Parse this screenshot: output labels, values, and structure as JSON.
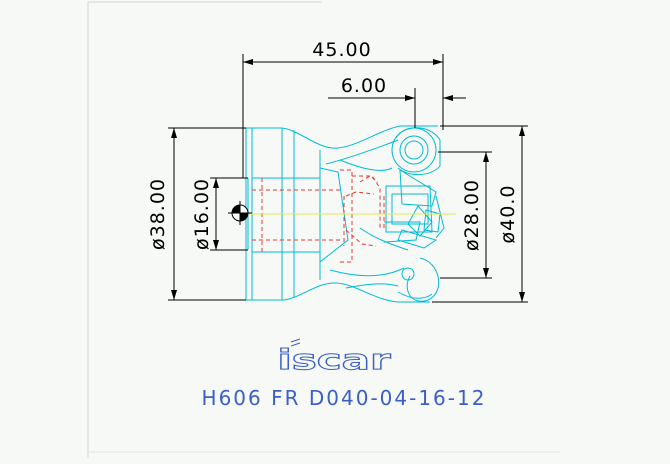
{
  "drawing": {
    "dimensions": {
      "overall_length": "45.00",
      "insert_offset": "6.00",
      "shank_diameter": "ø38.00",
      "bore_diameter": "ø16.00",
      "inner_cut_diameter": "ø28.00",
      "cutting_diameter": "ø40.0"
    },
    "logo_text": "iscar",
    "part_number": "H606 FR D040-04-16-12"
  },
  "colors": {
    "background": "#f7f9f6",
    "dimension_lines": "#000000",
    "tool_outline": "#00bcd4",
    "hidden_lines": "#e53935",
    "center_line": "#e8e84a",
    "logo": "#3a5fc8",
    "part_number": "#3a5fc8"
  }
}
